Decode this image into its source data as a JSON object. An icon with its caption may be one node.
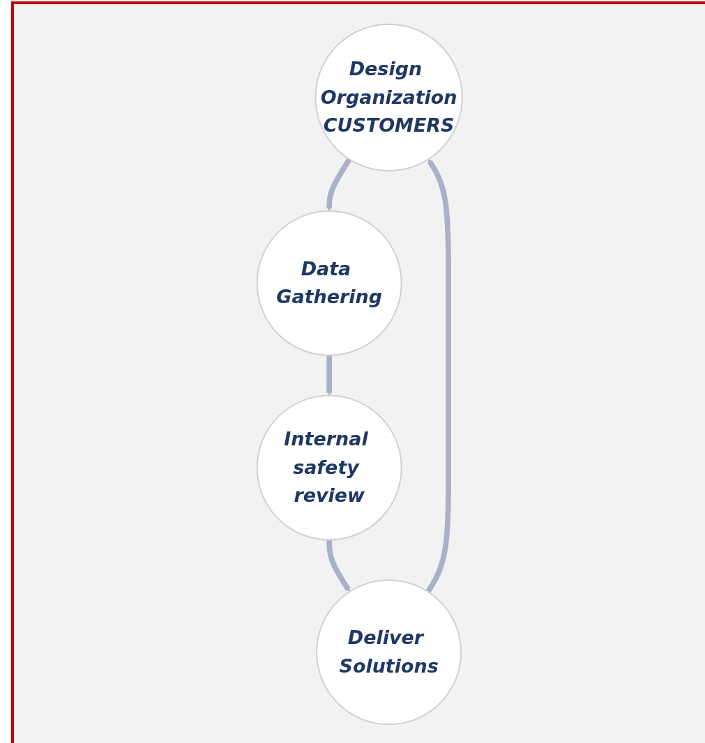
{
  "diagram": {
    "nodes": [
      {
        "text": [
          "Design Organization",
          "CUSTOMERS"
        ]
      },
      {
        "text": [
          "Data Gathering"
        ]
      },
      {
        "text": [
          "Internal safety review"
        ]
      },
      {
        "text": [
          "Deliver Solutions"
        ]
      }
    ],
    "edges": [
      {
        "from": 0,
        "to": 1,
        "arrow": "to"
      },
      {
        "from": 1,
        "to": 2,
        "arrow": "to"
      },
      {
        "from": 2,
        "to": 3,
        "arrow": "to"
      },
      {
        "from": 3,
        "to": 0,
        "arrow": "to"
      }
    ]
  }
}
